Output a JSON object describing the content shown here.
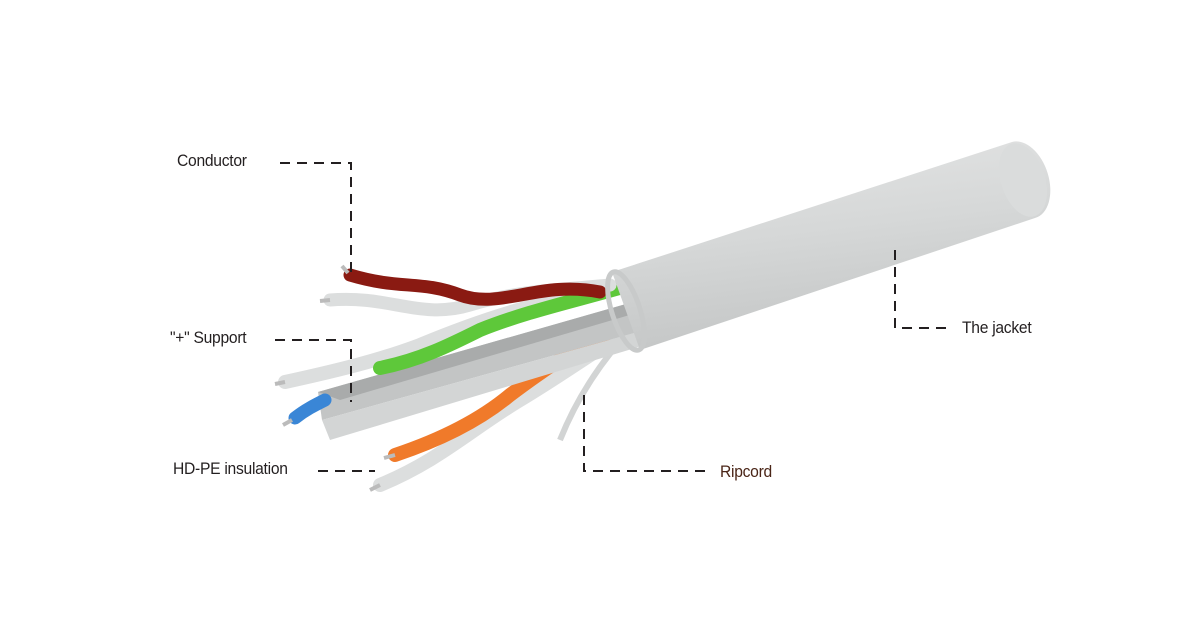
{
  "labels": {
    "conductor": "Conductor",
    "support": "\"+\" Support",
    "insulation": "HD-PE insulation",
    "ripcord": "Ripcord",
    "jacket": "The jacket"
  },
  "colors": {
    "jacket": "#d9dbdb",
    "red_pair": "#8a1a12",
    "green_pair": "#5ec83a",
    "orange_pair": "#f07a2a",
    "blue_pair": "#3a86d6",
    "support": "#b9bbbb",
    "leader": "#231f20"
  }
}
